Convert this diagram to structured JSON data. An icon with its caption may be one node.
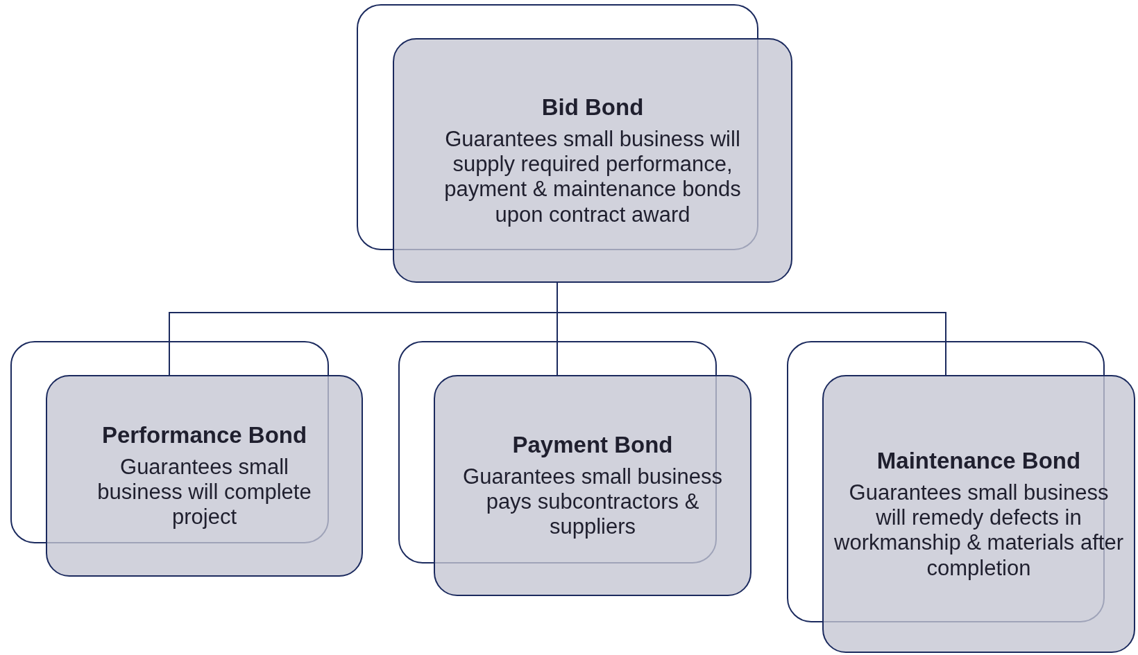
{
  "diagram": {
    "nodes": [
      {
        "text": [
          "Bid Bond",
          "Guarantees small business will supply required performance, payment & maintenance bonds upon contract award"
        ]
      },
      {
        "text": [
          "Performance Bond",
          "Guarantees small business will complete project"
        ]
      },
      {
        "text": [
          "Payment Bond",
          "Guarantees small business pays subcontractors & suppliers"
        ]
      },
      {
        "text": [
          "Maintenance Bond",
          "Guarantees small business will remedy defects in workmanship & materials after completion"
        ]
      }
    ],
    "edges": [
      {
        "from": 0,
        "to": 1,
        "arrow": "none"
      },
      {
        "from": 0,
        "to": 2,
        "arrow": "none"
      },
      {
        "from": 0,
        "to": 3,
        "arrow": "none"
      }
    ]
  }
}
